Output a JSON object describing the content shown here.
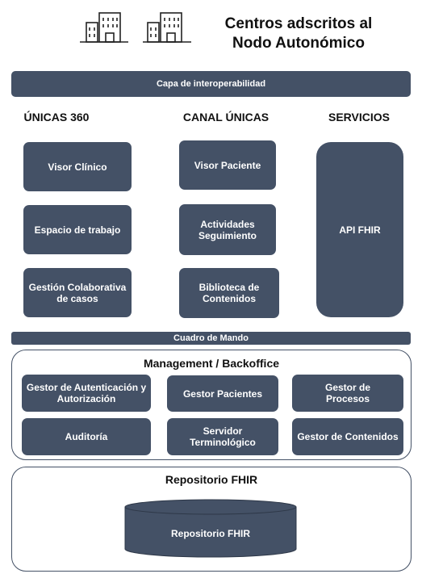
{
  "header": {
    "title": "Centros adscritos al\nNodo Autonómico",
    "icons": [
      "building-icon",
      "building-icon"
    ]
  },
  "interop_layer": "Capa de interoperabilidad",
  "columns": [
    {
      "heading": "ÚNICAS 360",
      "items": [
        "Visor Clínico",
        "Espacio de trabajo",
        "Gestión Colaborativa\nde casos"
      ]
    },
    {
      "heading": "CANAL ÚNICAS",
      "items": [
        "Visor Paciente",
        "Actividades\nSeguimiento",
        "Biblioteca de\nContenidos"
      ]
    },
    {
      "heading": "SERVICIOS",
      "items": [
        "API FHIR"
      ]
    }
  ],
  "dashboard": "Cuadro de Mando",
  "management": {
    "title": "Management / Backoffice",
    "items": [
      "Gestor de Autenticación y\nAutorización",
      "Gestor Pacientes",
      "Gestor de\nProcesos",
      "Auditoría",
      "Servidor\nTerminológico",
      "Gestor de Contenidos"
    ]
  },
  "repository": {
    "title": "Repositorio FHIR",
    "database_label": "Repositorio FHIR"
  },
  "colors": {
    "box_fill": "#445166",
    "box_text": "#ffffff",
    "stroke": "#445166"
  }
}
